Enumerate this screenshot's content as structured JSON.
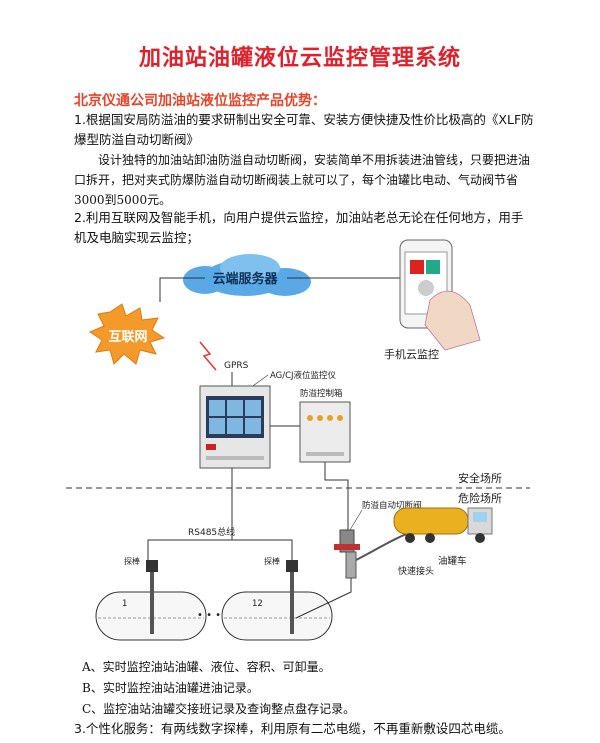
{
  "title": "加油站油罐液位云监控管理系统",
  "subtitle": "北京仪通公司加油站液位监控产品优势：",
  "para1": "1.根据国安局防溢油的要求研制出安全可靠、安装方便快捷及性价比极高的《XLF防爆型防溢自动切断阀》",
  "para1b": "设计独特的加油站卸油防溢自动切断阀，安装简单不用拆装进油管线，只要把进油口拆开，把对夹式防爆防溢自动切断阀装上就可以了，每个油罐比电动、气动阀节省3000到5000元。",
  "para2": "2.利用互联网及智能手机，向用户提供云监控，加油站老总无论在任何地方，用手机及电脑实现云监控；",
  "diagram": {
    "cloud_label": "云端服务器",
    "internet_label": "互联网",
    "phone_label": "手机云监控",
    "gprs_label": "GPRS",
    "monitor_label": "AG/CJ液位监控仪",
    "control_box_label": "防溢控制箱",
    "safe_zone": "安全场所",
    "danger_zone": "危险场所",
    "valve_label": "防溢自动切断阀",
    "rs485_label": "RS485总线",
    "tanker_label": "油罐车",
    "quick_joint_label": "快速接头",
    "probe_label_1": "探棒",
    "probe_label_2": "探棒",
    "tank1_number": "1",
    "tank2_number": "12",
    "ellipsis": "• • •"
  },
  "features": [
    "A、实时监控油站油罐、液位、容积、可卸量。",
    "B、实时监控油站油罐进油记录。",
    "C、监控油站油罐交接班记录及查询整点盘存记录。"
  ],
  "para3": "3.个性化服务：有两线数字探棒，利用原有二芯电缆，不再重新敷设四芯电缆。",
  "colors": {
    "title": "#e0202a",
    "subtitle": "#e8442a",
    "cloud": "#3f96d6",
    "internet": "#f08a1c",
    "line": "#222222"
  }
}
